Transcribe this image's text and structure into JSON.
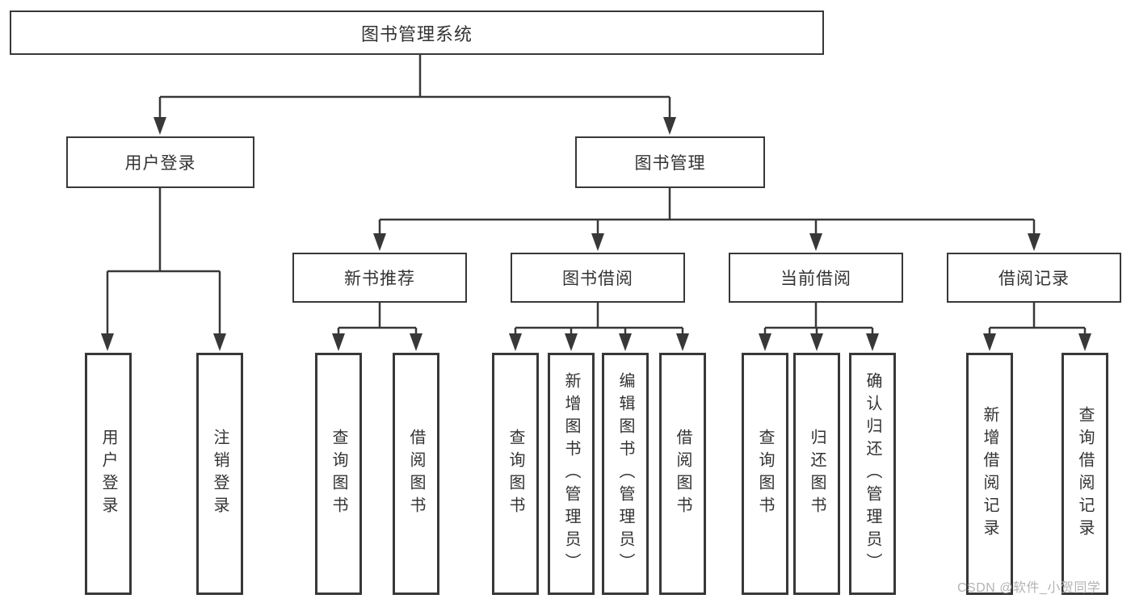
{
  "diagram": {
    "root": {
      "label": "图书管理系统"
    },
    "level2": [
      {
        "label": "用户登录"
      },
      {
        "label": "图书管理"
      }
    ],
    "level3": [
      {
        "label": "新书推荐"
      },
      {
        "label": "图书借阅"
      },
      {
        "label": "当前借阅"
      },
      {
        "label": "借阅记录"
      }
    ],
    "leaves": {
      "user_login": [
        {
          "label": "用户登录"
        },
        {
          "label": "注销登录"
        }
      ],
      "new_book_recommend": [
        {
          "label": "查询图书"
        },
        {
          "label": "借阅图书"
        }
      ],
      "book_borrow": [
        {
          "label": "查询图书"
        },
        {
          "label": "新增图书（管理员）"
        },
        {
          "label": "编辑图书（管理员）"
        },
        {
          "label": "借阅图书"
        }
      ],
      "current_borrow": [
        {
          "label": "查询图书"
        },
        {
          "label": "归还图书"
        },
        {
          "label": "确认归还（管理员）"
        }
      ],
      "borrow_records": [
        {
          "label": "新增借阅记录"
        },
        {
          "label": "查询借阅记录"
        }
      ]
    },
    "colors": {
      "line": "#383838",
      "box_border": "#383838",
      "text": "#333333",
      "background": "#ffffff",
      "watermark": "#b3b3b3"
    }
  },
  "watermark": {
    "text": "CSDN @软件_小贺同学"
  }
}
